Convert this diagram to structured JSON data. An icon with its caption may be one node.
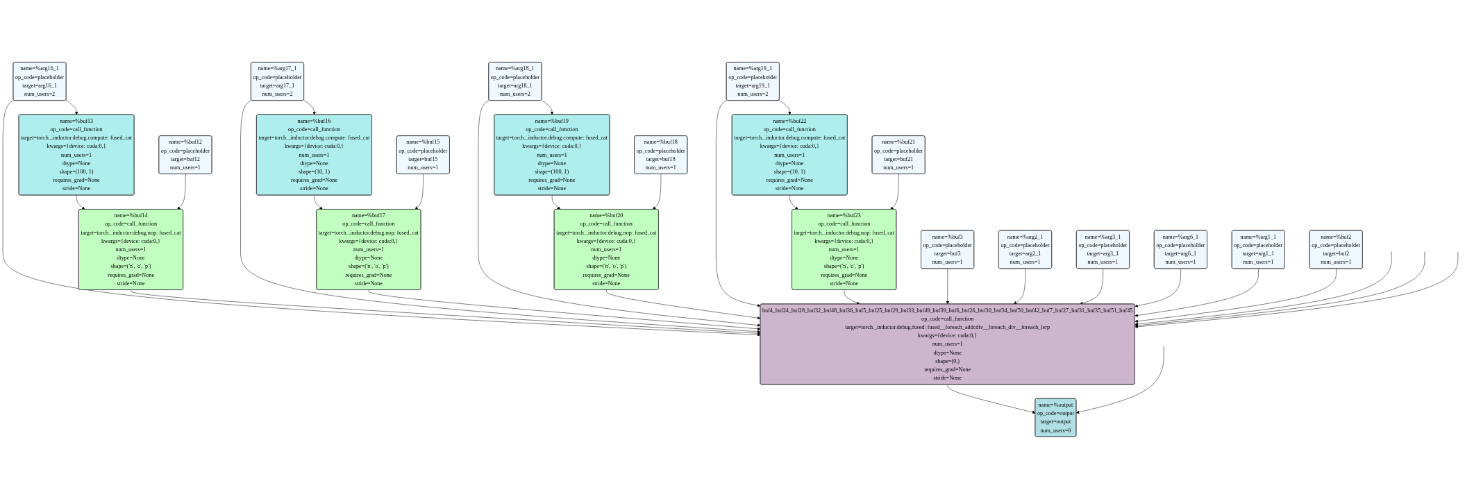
{
  "diagram": {
    "nodes": [
      {
        "text": [
          "name=%arg16_1",
          "op_code=placeholder",
          "target=arg16_1",
          "num_users=2"
        ]
      },
      {
        "text": [
          "name=%arg17_1",
          "op_code=placeholder",
          "target=arg17_1",
          "num_users=2"
        ]
      },
      {
        "text": [
          "name=%arg18_1",
          "op_code=placeholder",
          "target=arg18_1",
          "num_users=2"
        ]
      },
      {
        "text": [
          "name=%arg19_1",
          "op_code=placeholder",
          "target=arg19_1",
          "num_users=2"
        ]
      },
      {
        "text": [
          "name=%buf13",
          "op_code=call_function",
          "target=torch._inductor.debug.compute: fused_cat",
          "kwargs={device: cuda:0,}",
          "num_users=1",
          "dtype=None",
          "shape=(100, 1)",
          "requires_grad=None",
          "stride=None"
        ]
      },
      {
        "text": [
          "name=%buf16",
          "op_code=call_function",
          "target=torch._inductor.debug.compute: fused_cat",
          "kwargs={device: cuda:0,}",
          "num_users=1",
          "dtype=None",
          "shape=(10, 1)",
          "requires_grad=None",
          "stride=None"
        ]
      },
      {
        "text": [
          "name=%buf19",
          "op_code=call_function",
          "target=torch._inductor.debug.compute: fused_cat",
          "kwargs={device: cuda:0,}",
          "num_users=1",
          "dtype=None",
          "shape=(100, 1)",
          "requires_grad=None",
          "stride=None"
        ]
      },
      {
        "text": [
          "name=%buf22",
          "op_code=call_function",
          "target=torch._inductor.debug.compute: fused_cat",
          "kwargs={device: cuda:0,}",
          "num_users=1",
          "dtype=None",
          "shape=(10, 1)",
          "requires_grad=None",
          "stride=None"
        ]
      },
      {
        "text": [
          "name=%buf12",
          "op_code=placeholder",
          "target=buf12",
          "num_users=1"
        ]
      },
      {
        "text": [
          "name=%buf15",
          "op_code=placeholder",
          "target=buf15",
          "num_users=1"
        ]
      },
      {
        "text": [
          "name=%buf18",
          "op_code=placeholder",
          "target=buf18",
          "num_users=1"
        ]
      },
      {
        "text": [
          "name=%buf21",
          "op_code=placeholder",
          "target=buf21",
          "num_users=1"
        ]
      },
      {
        "text": [
          "name=%buf14",
          "op_code=call_function",
          "target=torch._inductor.debug.nop: fused_cat",
          "kwargs={device: cuda:0,}",
          "num_users=1",
          "dtype=None",
          "shape=('n', 'o', 'p')",
          "requires_grad=None",
          "stride=None"
        ]
      },
      {
        "text": [
          "name=%buf17",
          "op_code=call_function",
          "target=torch._inductor.debug.nop: fused_cat",
          "kwargs={device: cuda:0,}",
          "num_users=1",
          "dtype=None",
          "shape=('n', 'o', 'p')",
          "requires_grad=None",
          "stride=None"
        ]
      },
      {
        "text": [
          "name=%buf20",
          "op_code=call_function",
          "target=torch._inductor.debug.nop: fused_cat",
          "kwargs={device: cuda:0,}",
          "num_users=1",
          "dtype=None",
          "shape=('n', 'o', 'p')",
          "requires_grad=None",
          "stride=None"
        ]
      },
      {
        "text": [
          "name=%buf23",
          "op_code=call_function",
          "target=torch._inductor.debug.nop: fused_cat",
          "kwargs={device: cuda:0,}",
          "num_users=1",
          "dtype=None",
          "shape=('n', 'o', 'p')",
          "requires_grad=None",
          "stride=None"
        ]
      },
      {
        "text": [
          "name=%buf3",
          "op_code=placeholder",
          "target=buf3",
          "num_users=1"
        ]
      },
      {
        "text": [
          "name=%arg2_1",
          "op_code=placeholder",
          "target=arg2_1",
          "num_users=1"
        ]
      },
      {
        "text": [
          "name=%arg3_1",
          "op_code=placeholder",
          "target=arg3_1",
          "num_users=1"
        ]
      },
      {
        "text": [
          "name=%arg6_1",
          "op_code=placeholder",
          "target=arg6_1",
          "num_users=1"
        ]
      },
      {
        "text": [
          "name=%arg1_1",
          "op_code=placeholder",
          "target=arg1_1",
          "num_users=1"
        ]
      },
      {
        "text": [
          "name=%buf2",
          "op_code=placeholder",
          "target=buf2",
          "num_users=1"
        ]
      },
      {
        "text": [
          "buf4_buf24_buf28_buf32_buf48_buf36_buf5_buf25_buf29_buf33_buf49_buf39_buf6_buf26_buf30_buf34_buf50_buf42_buf7_buf27_buf31_buf35_buf51_buf45",
          "op_code=call_function",
          "target=torch._inductor.debug.fused: fused__foreach_addcdiv__foreach_div__foreach_lerp",
          "kwargs={device: cuda:0,}",
          "num_users=1",
          "dtype=None",
          "shape=(0,)",
          "requires_grad=None",
          "stride=None"
        ]
      },
      {
        "text": [
          "name=%output",
          "op_code=output",
          "target=output",
          "num_users=0"
        ]
      }
    ],
    "edges": [
      {
        "from": 0,
        "to": 4,
        "arrow": "to"
      },
      {
        "from": 0,
        "to": 22,
        "arrow": "to"
      },
      {
        "from": 4,
        "to": 12,
        "arrow": "to"
      },
      {
        "from": 8,
        "to": 12,
        "arrow": "to"
      },
      {
        "from": 12,
        "to": 22,
        "arrow": "to"
      },
      {
        "from": 1,
        "to": 5,
        "arrow": "to"
      },
      {
        "from": 1,
        "to": 22,
        "arrow": "to"
      },
      {
        "from": 5,
        "to": 13,
        "arrow": "to"
      },
      {
        "from": 9,
        "to": 13,
        "arrow": "to"
      },
      {
        "from": 13,
        "to": 22,
        "arrow": "to"
      },
      {
        "from": 2,
        "to": 6,
        "arrow": "to"
      },
      {
        "from": 2,
        "to": 22,
        "arrow": "to"
      },
      {
        "from": 6,
        "to": 14,
        "arrow": "to"
      },
      {
        "from": 10,
        "to": 14,
        "arrow": "to"
      },
      {
        "from": 14,
        "to": 22,
        "arrow": "to"
      },
      {
        "from": 3,
        "to": 7,
        "arrow": "to"
      },
      {
        "from": 3,
        "to": 22,
        "arrow": "to"
      },
      {
        "from": 7,
        "to": 15,
        "arrow": "to"
      },
      {
        "from": 11,
        "to": 15,
        "arrow": "to"
      },
      {
        "from": 15,
        "to": 22,
        "arrow": "to"
      },
      {
        "from": 16,
        "to": 22,
        "arrow": "to"
      },
      {
        "from": 17,
        "to": 22,
        "arrow": "to"
      },
      {
        "from": 18,
        "to": 22,
        "arrow": "to"
      },
      {
        "from": 19,
        "to": 22,
        "arrow": "to"
      },
      {
        "from": 20,
        "to": 22,
        "arrow": "to"
      },
      {
        "from": 21,
        "to": 22,
        "arrow": "to"
      },
      {
        "from": null,
        "to": 22,
        "arrow": "to"
      },
      {
        "from": null,
        "to": 22,
        "arrow": "to"
      },
      {
        "from": null,
        "to": 22,
        "arrow": "to"
      },
      {
        "from": 22,
        "to": 23,
        "arrow": "to"
      },
      {
        "from": null,
        "to": 23,
        "arrow": "to"
      }
    ]
  }
}
